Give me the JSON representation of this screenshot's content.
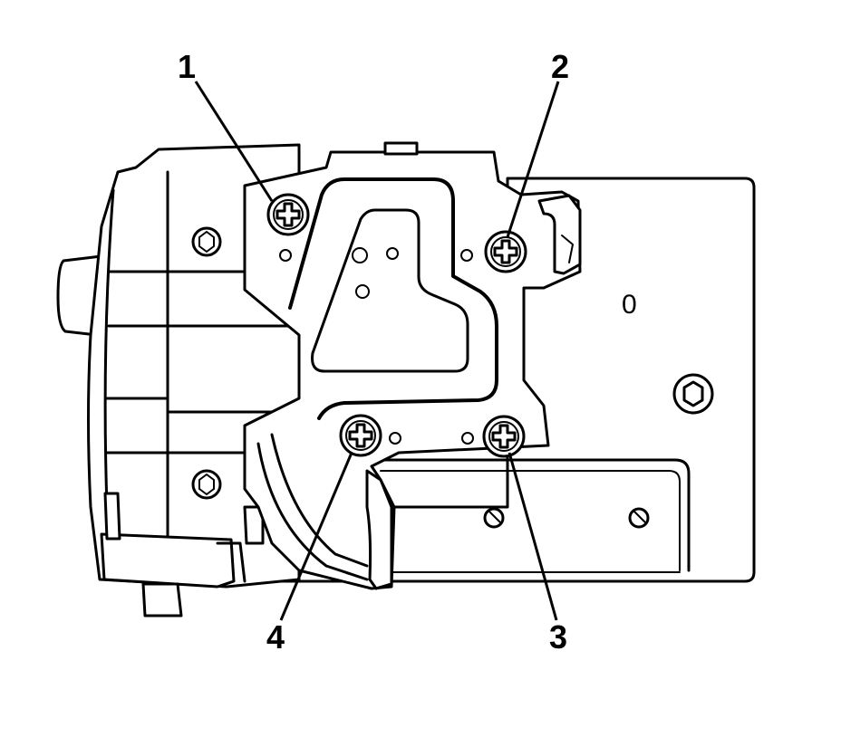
{
  "diagram": {
    "callouts": [
      {
        "id": 1,
        "label": "1"
      },
      {
        "id": 2,
        "label": "2"
      },
      {
        "id": 3,
        "label": "3"
      },
      {
        "id": 4,
        "label": "4"
      }
    ],
    "part_marking": "0"
  },
  "colors": {
    "line": "#000000",
    "background": "#ffffff"
  },
  "icons": {
    "fastener": "phillips-screw-icon",
    "stud": "hex-bolt-icon"
  }
}
